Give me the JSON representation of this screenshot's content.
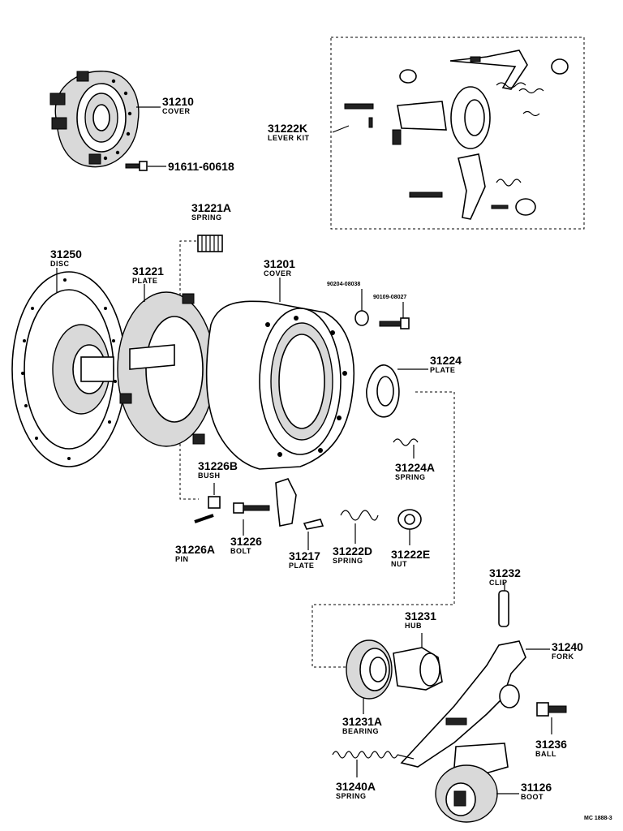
{
  "parts": {
    "p31210": {
      "number": "31210",
      "name": "COVER"
    },
    "p91611": {
      "number": "91611-60618"
    },
    "p31222K": {
      "number": "31222K",
      "name": "LEVER KIT"
    },
    "p31221A": {
      "number": "31221A",
      "name": "SPRING"
    },
    "p31250": {
      "number": "31250",
      "name": "DISC"
    },
    "p31221": {
      "number": "31221",
      "name": "PLATE"
    },
    "p31201": {
      "number": "31201",
      "name": "COVER"
    },
    "p90204": {
      "number": "90204-08038"
    },
    "p90109": {
      "number": "90109-08027"
    },
    "p31224": {
      "number": "31224",
      "name": "PLATE"
    },
    "p31224A": {
      "number": "31224A",
      "name": "SPRING"
    },
    "p31226B": {
      "number": "31226B",
      "name": "BUSH"
    },
    "p31226A": {
      "number": "31226A",
      "name": "PIN"
    },
    "p31226": {
      "number": "31226",
      "name": "BOLT"
    },
    "p31217": {
      "number": "31217",
      "name": "PLATE"
    },
    "p31222D": {
      "number": "31222D",
      "name": "SPRING"
    },
    "p31222E": {
      "number": "31222E",
      "name": "NUT"
    },
    "p31232": {
      "number": "31232",
      "name": "CLIP"
    },
    "p31231": {
      "number": "31231",
      "name": "HUB"
    },
    "p31240": {
      "number": "31240",
      "name": "FORK"
    },
    "p31231A": {
      "number": "31231A",
      "name": "BEARING"
    },
    "p31236": {
      "number": "31236",
      "name": "BALL"
    },
    "p31240A": {
      "number": "31240A",
      "name": "SPRING"
    },
    "p31126": {
      "number": "31126",
      "name": "BOOT"
    }
  },
  "footer": {
    "code": "MC 1888-3"
  }
}
